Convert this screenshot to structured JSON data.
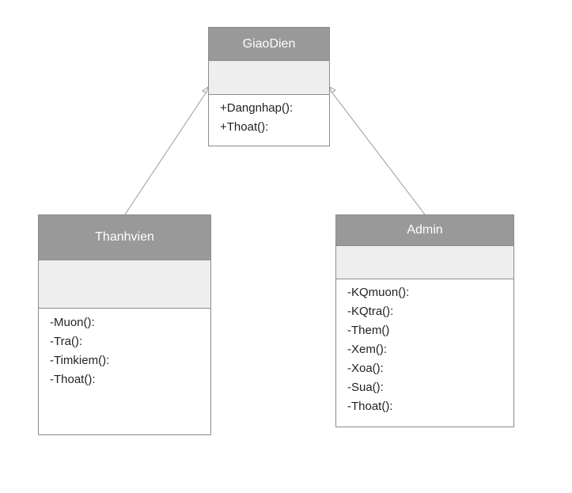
{
  "diagram": {
    "classes": [
      {
        "id": "giaodien",
        "name": "GiaoDien",
        "methods": [
          "+Dangnhap():",
          "+Thoat():"
        ]
      },
      {
        "id": "thanhvien",
        "name": "Thanhvien",
        "methods": [
          "-Muon():",
          "-Tra():",
          "-Timkiem():",
          "-Thoat():"
        ]
      },
      {
        "id": "admin",
        "name": "Admin",
        "methods": [
          "-KQmuon():",
          "-KQtra():",
          "-Them()",
          "-Xem():",
          "-Xoa():",
          "-Sua():",
          "-Thoat():"
        ]
      }
    ],
    "relations": [
      {
        "type": "generalization",
        "from": "Thanhvien",
        "to": "GiaoDien"
      },
      {
        "type": "generalization",
        "from": "Admin",
        "to": "GiaoDien"
      }
    ],
    "colors": {
      "header": "#999999",
      "attributes_band": "#eeeeee",
      "border": "#8c8c8c",
      "connector": "#9a9a9a"
    }
  }
}
